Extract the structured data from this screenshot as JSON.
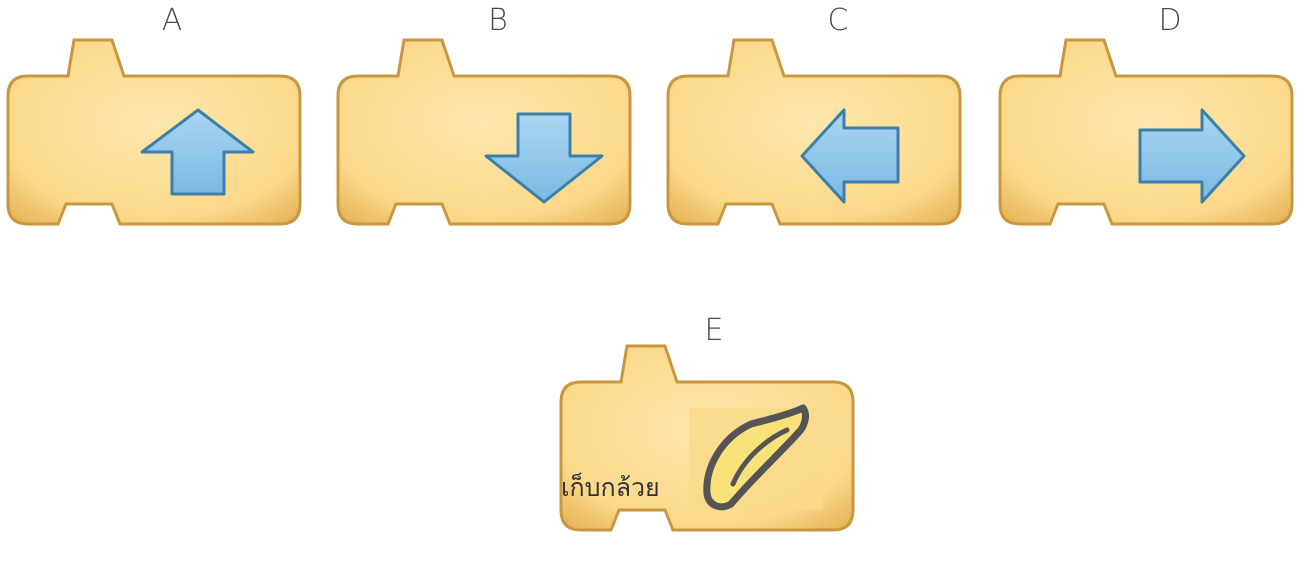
{
  "blocks": [
    {
      "letter": "A",
      "icon": "arrow-up-icon"
    },
    {
      "letter": "B",
      "icon": "arrow-down-icon"
    },
    {
      "letter": "C",
      "icon": "arrow-left-icon"
    },
    {
      "letter": "D",
      "icon": "arrow-right-icon"
    },
    {
      "letter": "E",
      "icon": "banana-icon",
      "label": "เก็บกล้วย"
    }
  ],
  "colors": {
    "block_fill": "#fde09a",
    "block_edge": "#c9973f",
    "arrow_fill": "#8fc6ea",
    "arrow_edge": "#3d7fa8",
    "banana_fill": "#f9e27a",
    "banana_outline": "#555555"
  }
}
